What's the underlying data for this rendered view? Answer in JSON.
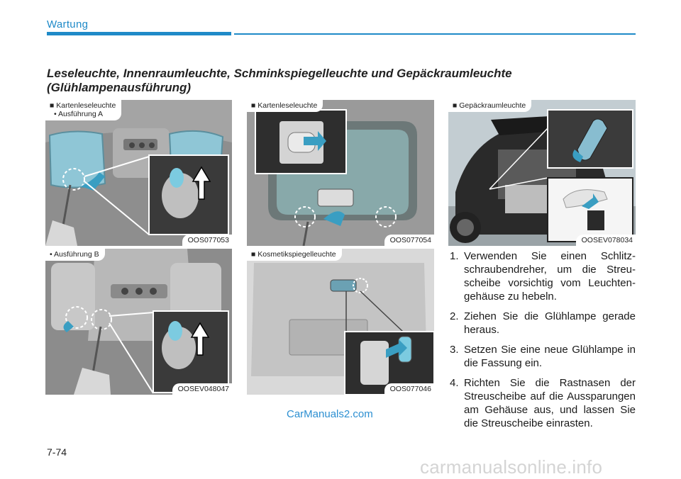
{
  "header": {
    "section": "Wartung"
  },
  "heading": {
    "line1": "Leseleuchte, Innenraumleuchte, Schminkspiegelleuchte und Gepäckraumleuchte",
    "line2": "(Glühlampenausführung)"
  },
  "figures": {
    "fig1": {
      "caption": "■ Kartenleseleuchte",
      "sub": "• Ausführung A",
      "code": "OOS077053"
    },
    "fig2": {
      "caption": "• Ausführung B",
      "code": "OOSEV048047"
    },
    "fig3": {
      "caption": "■ Kartenleseleuchte",
      "code": "OOS077054"
    },
    "fig4": {
      "caption": "■ Kosmetikspiegelleuchte",
      "code": "OOS077046"
    },
    "fig5": {
      "caption": "■ Gepäckraumleuchte",
      "code": "OOSEV078034"
    }
  },
  "steps": [
    {
      "num": "1.",
      "text": "Verwenden Sie einen Schlitz-schraubendreher, um die Streu-scheibe vorsichtig vom Leuchten-gehäuse zu hebeln."
    },
    {
      "num": "2.",
      "text": "Ziehen Sie die Glühlampe gerade heraus."
    },
    {
      "num": "3.",
      "text": "Setzen Sie eine neue Glühlampe in die Fassung ein."
    },
    {
      "num": "4.",
      "text": "Richten Sie die Rastnasen der Streuscheibe auf die Aussparungen am Gehäuse aus, und lassen Sie die Streuscheibe einrasten."
    }
  ],
  "watermark": "CarManuals2.com",
  "footer_mark": "carmanualsonline.info",
  "page_number": "7-74"
}
